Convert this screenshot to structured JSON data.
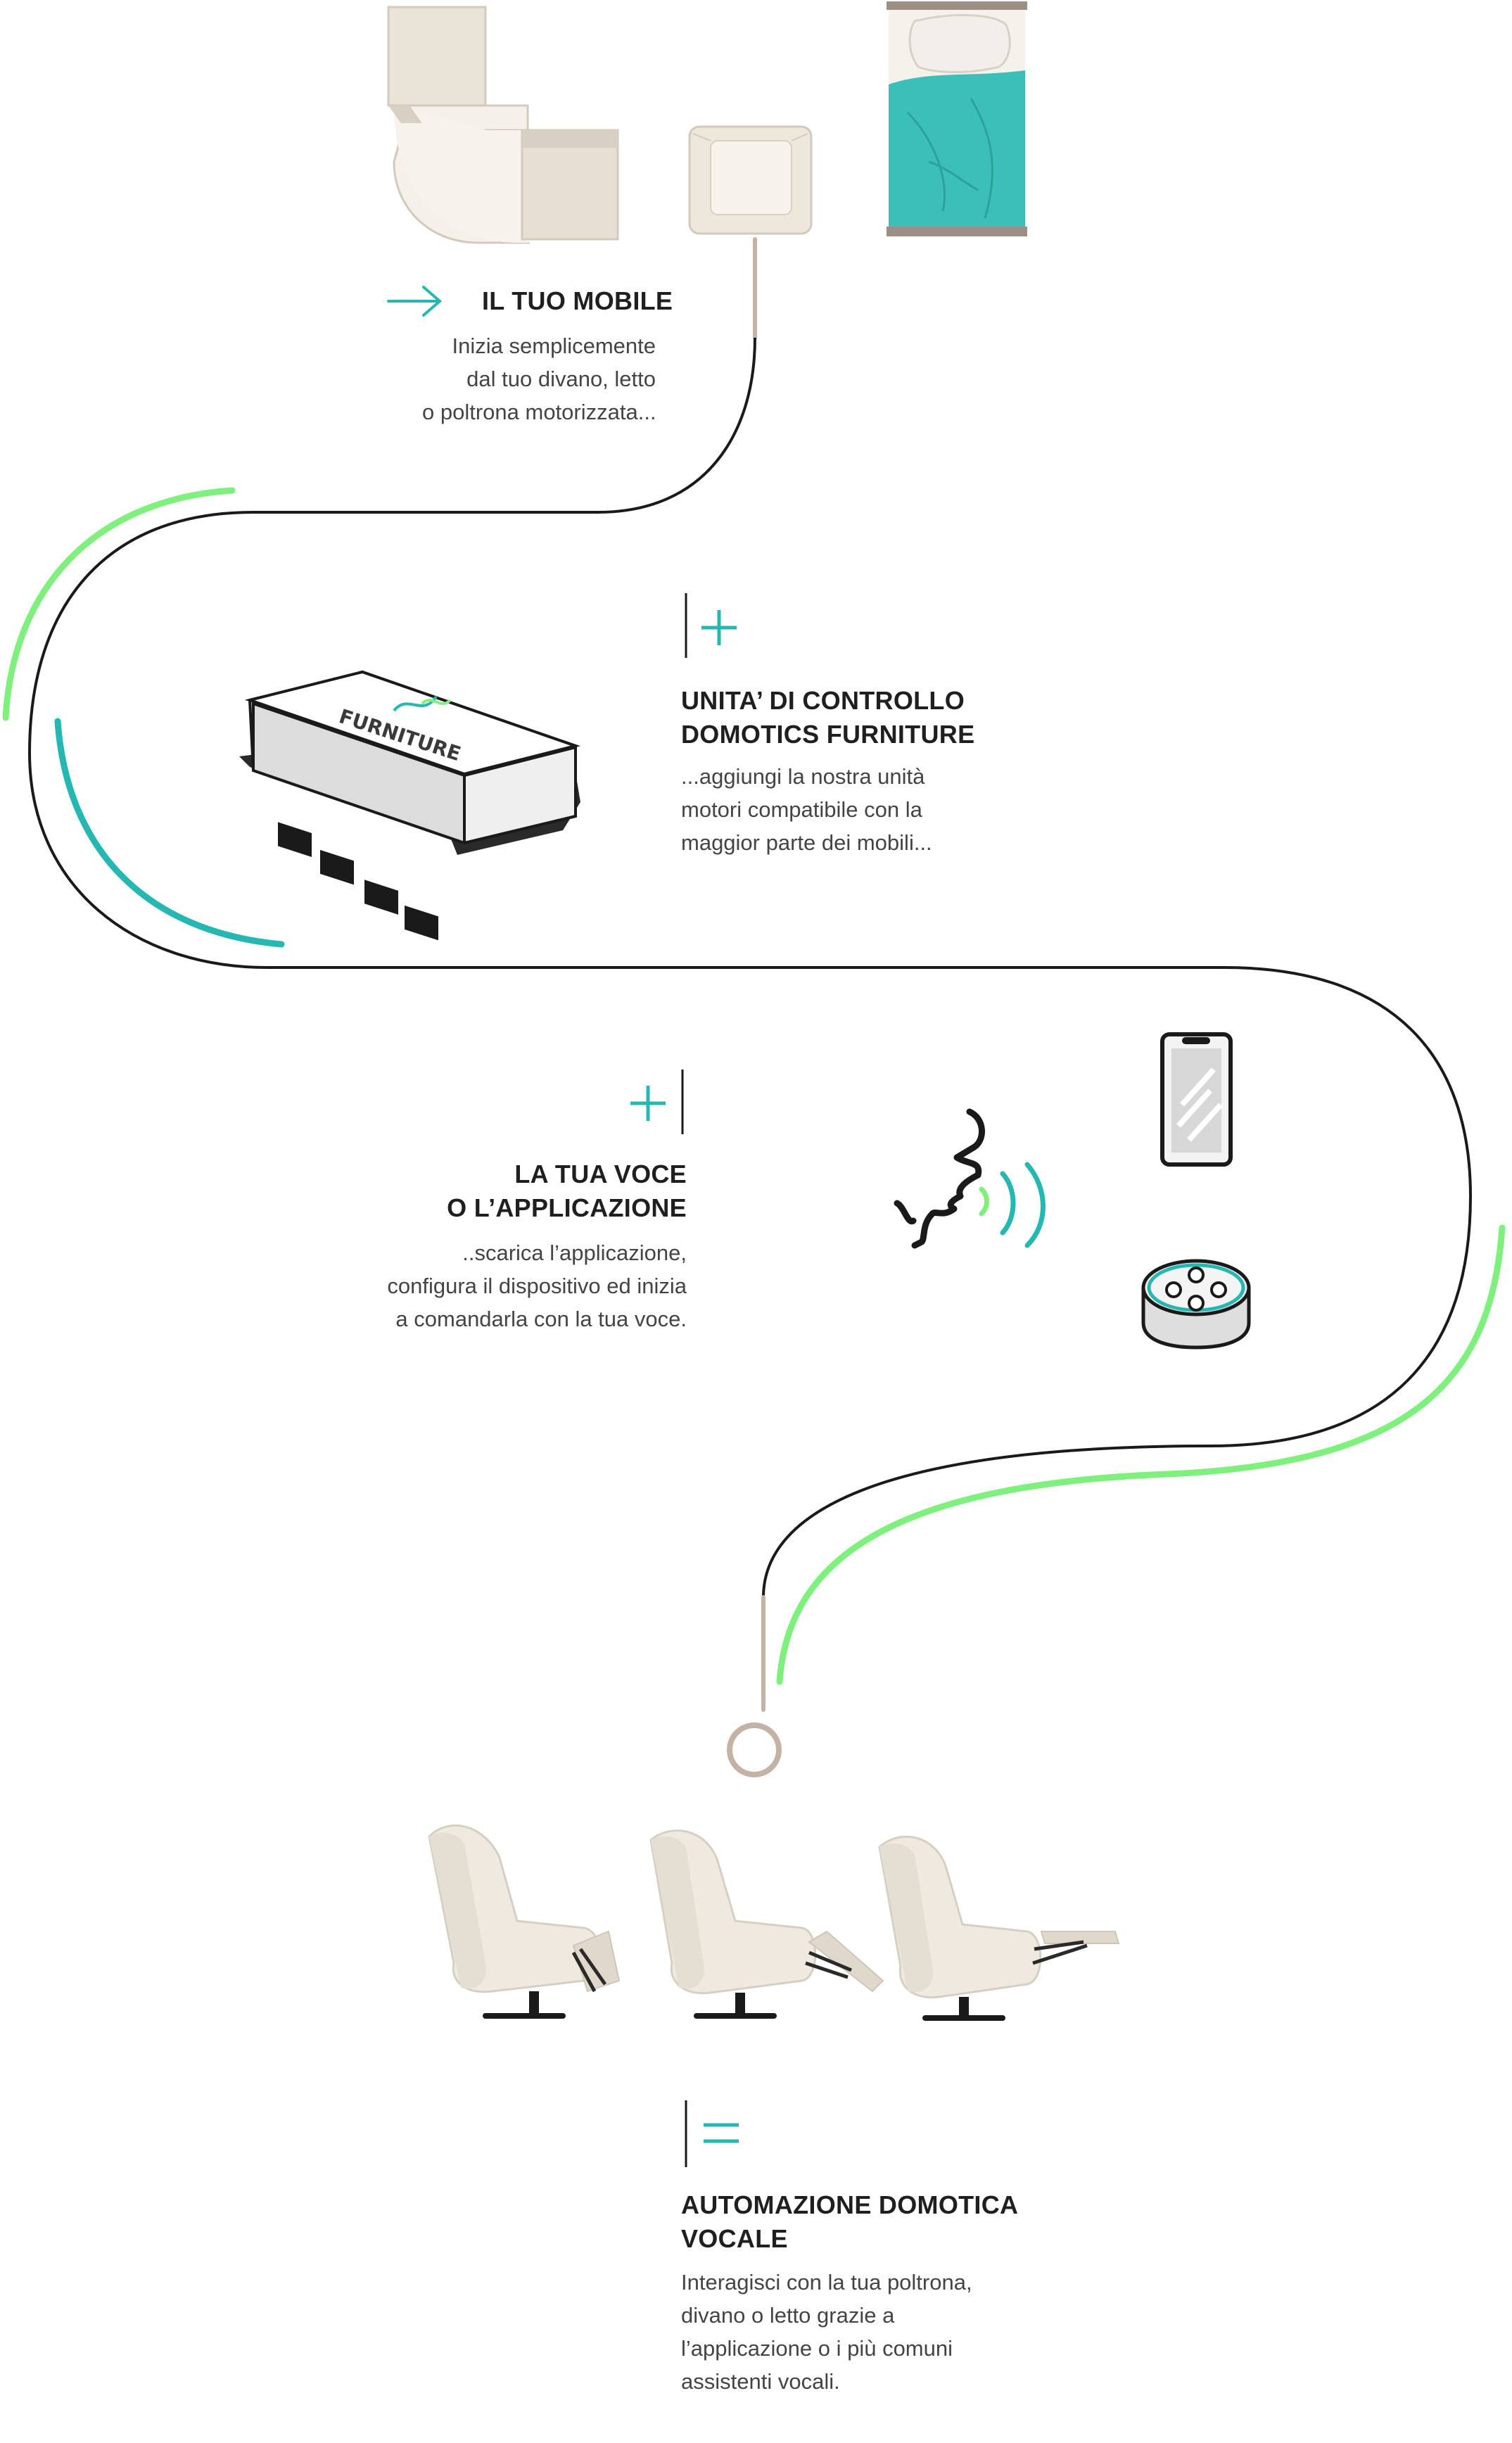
{
  "colors": {
    "accent_teal": "#25b7b1",
    "accent_green": "#7ff07e",
    "path_line": "#1a1a1a",
    "path_tan": "#c4b2a4",
    "furniture_cream": "#efe9df",
    "furniture_shadow": "#d6cfc3",
    "bed_teal": "#3bbfb8",
    "text_dark": "#1f1f1f",
    "text_body": "#444444"
  },
  "icons": {
    "step1": "arrow-right-icon",
    "step2": "plus-icon",
    "step3": "plus-icon",
    "step4": "equals-icon"
  },
  "steps": [
    {
      "title": [
        "IL TUO MOBILE"
      ],
      "body": [
        "Inizia semplicemente",
        "dal tuo divano, letto",
        "o poltrona motorizzata..."
      ]
    },
    {
      "title": [
        "UNITA’ DI CONTROLLO",
        "DOMOTICS FURNITURE"
      ],
      "body": [
        "...aggiungi la nostra unità",
        "motori compatibile con la",
        "maggior parte dei mobili..."
      ]
    },
    {
      "title": [
        "LA TUA VOCE",
        "O L’APPLICAZIONE"
      ],
      "body": [
        "..scarica l’applicazione,",
        "configura il dispositivo ed inizia",
        "a comandarla con la tua voce."
      ]
    },
    {
      "title": [
        "AUTOMAZIONE DOMOTICA",
        "VOCALE"
      ],
      "body": [
        "Interagisci con la tua poltrona,",
        "divano o letto grazie a",
        "l’applicazione o i più comuni",
        "assistenti vocali."
      ]
    }
  ],
  "device": {
    "logo_text": "FURNITURE"
  }
}
